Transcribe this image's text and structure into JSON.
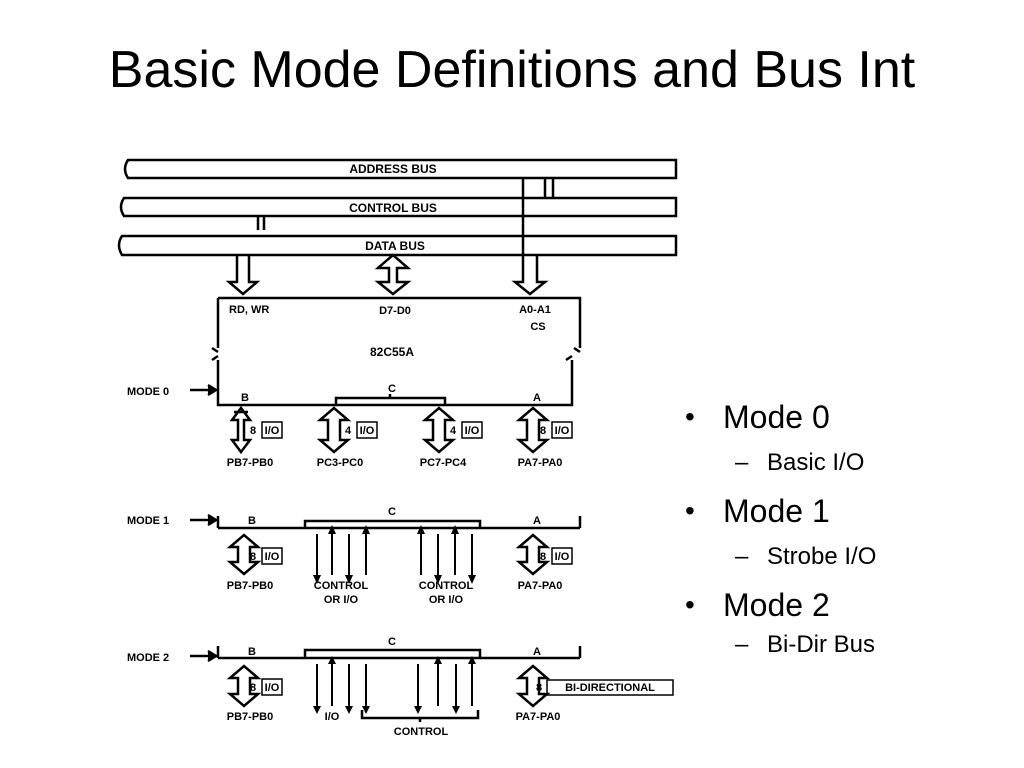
{
  "slide": {
    "title": "Basic Mode Definitions and Bus Int"
  },
  "bullets": [
    {
      "label": "Mode 0",
      "sub": "Basic I/O"
    },
    {
      "label": "Mode 1",
      "sub": "Strobe I/O"
    },
    {
      "label": "Mode 2",
      "sub": "Bi-Dir Bus"
    }
  ],
  "diagram": {
    "buses": {
      "address": "ADDRESS BUS",
      "control": "CONTROL BUS",
      "data": "DATA BUS"
    },
    "chip": {
      "name": "82C55A",
      "rd_wr": "RD, WR",
      "data_pins": "D7-D0",
      "addr_pins": "A0-A1",
      "cs": "CS"
    },
    "mode0": {
      "label": "MODE 0",
      "port_b": "B",
      "port_c": "C",
      "port_a": "A",
      "b_width": "8",
      "c_low_width": "4",
      "c_high_width": "4",
      "a_width": "8",
      "io": "I/O",
      "pb": "PB7-PB0",
      "pc_low": "PC3-PC0",
      "pc_high": "PC7-PC4",
      "pa": "PA7-PA0"
    },
    "mode1": {
      "label": "MODE 1",
      "port_b": "B",
      "port_c": "C",
      "port_a": "A",
      "b_width": "8",
      "a_width": "8",
      "io": "I/O",
      "ctrl_l1": "CONTROL",
      "ctrl_l2": "OR I/O",
      "pb": "PB7-PB0",
      "pa": "PA7-PA0"
    },
    "mode2": {
      "label": "MODE 2",
      "port_b": "B",
      "port_c": "C",
      "port_a": "A",
      "b_width": "8",
      "a_width": "8",
      "io": "I/O",
      "bidir": "BI-DIRECTIONAL",
      "c_io": "I/O",
      "control": "CONTROL",
      "pb": "PB7-PB0",
      "pa": "PA7-PA0"
    }
  }
}
